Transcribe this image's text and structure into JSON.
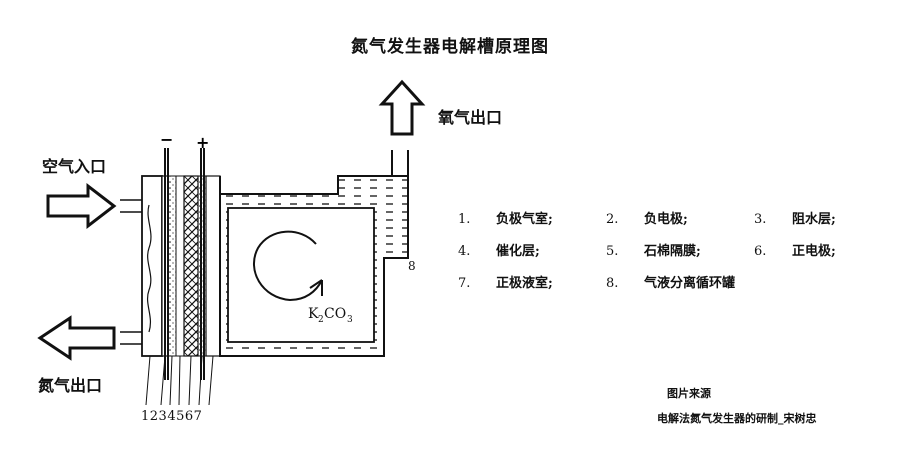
{
  "title": "氮气发生器电解槽原理图",
  "labels": {
    "oxygen_outlet": "氧气出口",
    "air_inlet": "空气入口",
    "nitrogen_outlet": "氮气出口",
    "minus_sign": "−",
    "plus_sign": "+",
    "electrolyte_k": "K",
    "electrolyte_sub2": "2",
    "electrolyte_co": "CO",
    "electrolyte_sub3": "3",
    "part8_marker": "8",
    "bottom_numbers": "1234567"
  },
  "legend": [
    [
      {
        "num": "1.",
        "text": "负极气室;"
      },
      {
        "num": "2.",
        "text": "负电极;"
      },
      {
        "num": "3.",
        "text": "阻水层;"
      }
    ],
    [
      {
        "num": "4.",
        "text": "催化层;"
      },
      {
        "num": "5.",
        "text": "石棉隔膜;"
      },
      {
        "num": "6.",
        "text": "正电极;"
      }
    ],
    [
      {
        "num": "7.",
        "text": "正极液室;"
      },
      {
        "num": "8.",
        "text": "气液分离循环罐"
      }
    ]
  ],
  "source": {
    "title": "图片来源",
    "text": "电解法氮气发生器的研制_宋树忠"
  }
}
